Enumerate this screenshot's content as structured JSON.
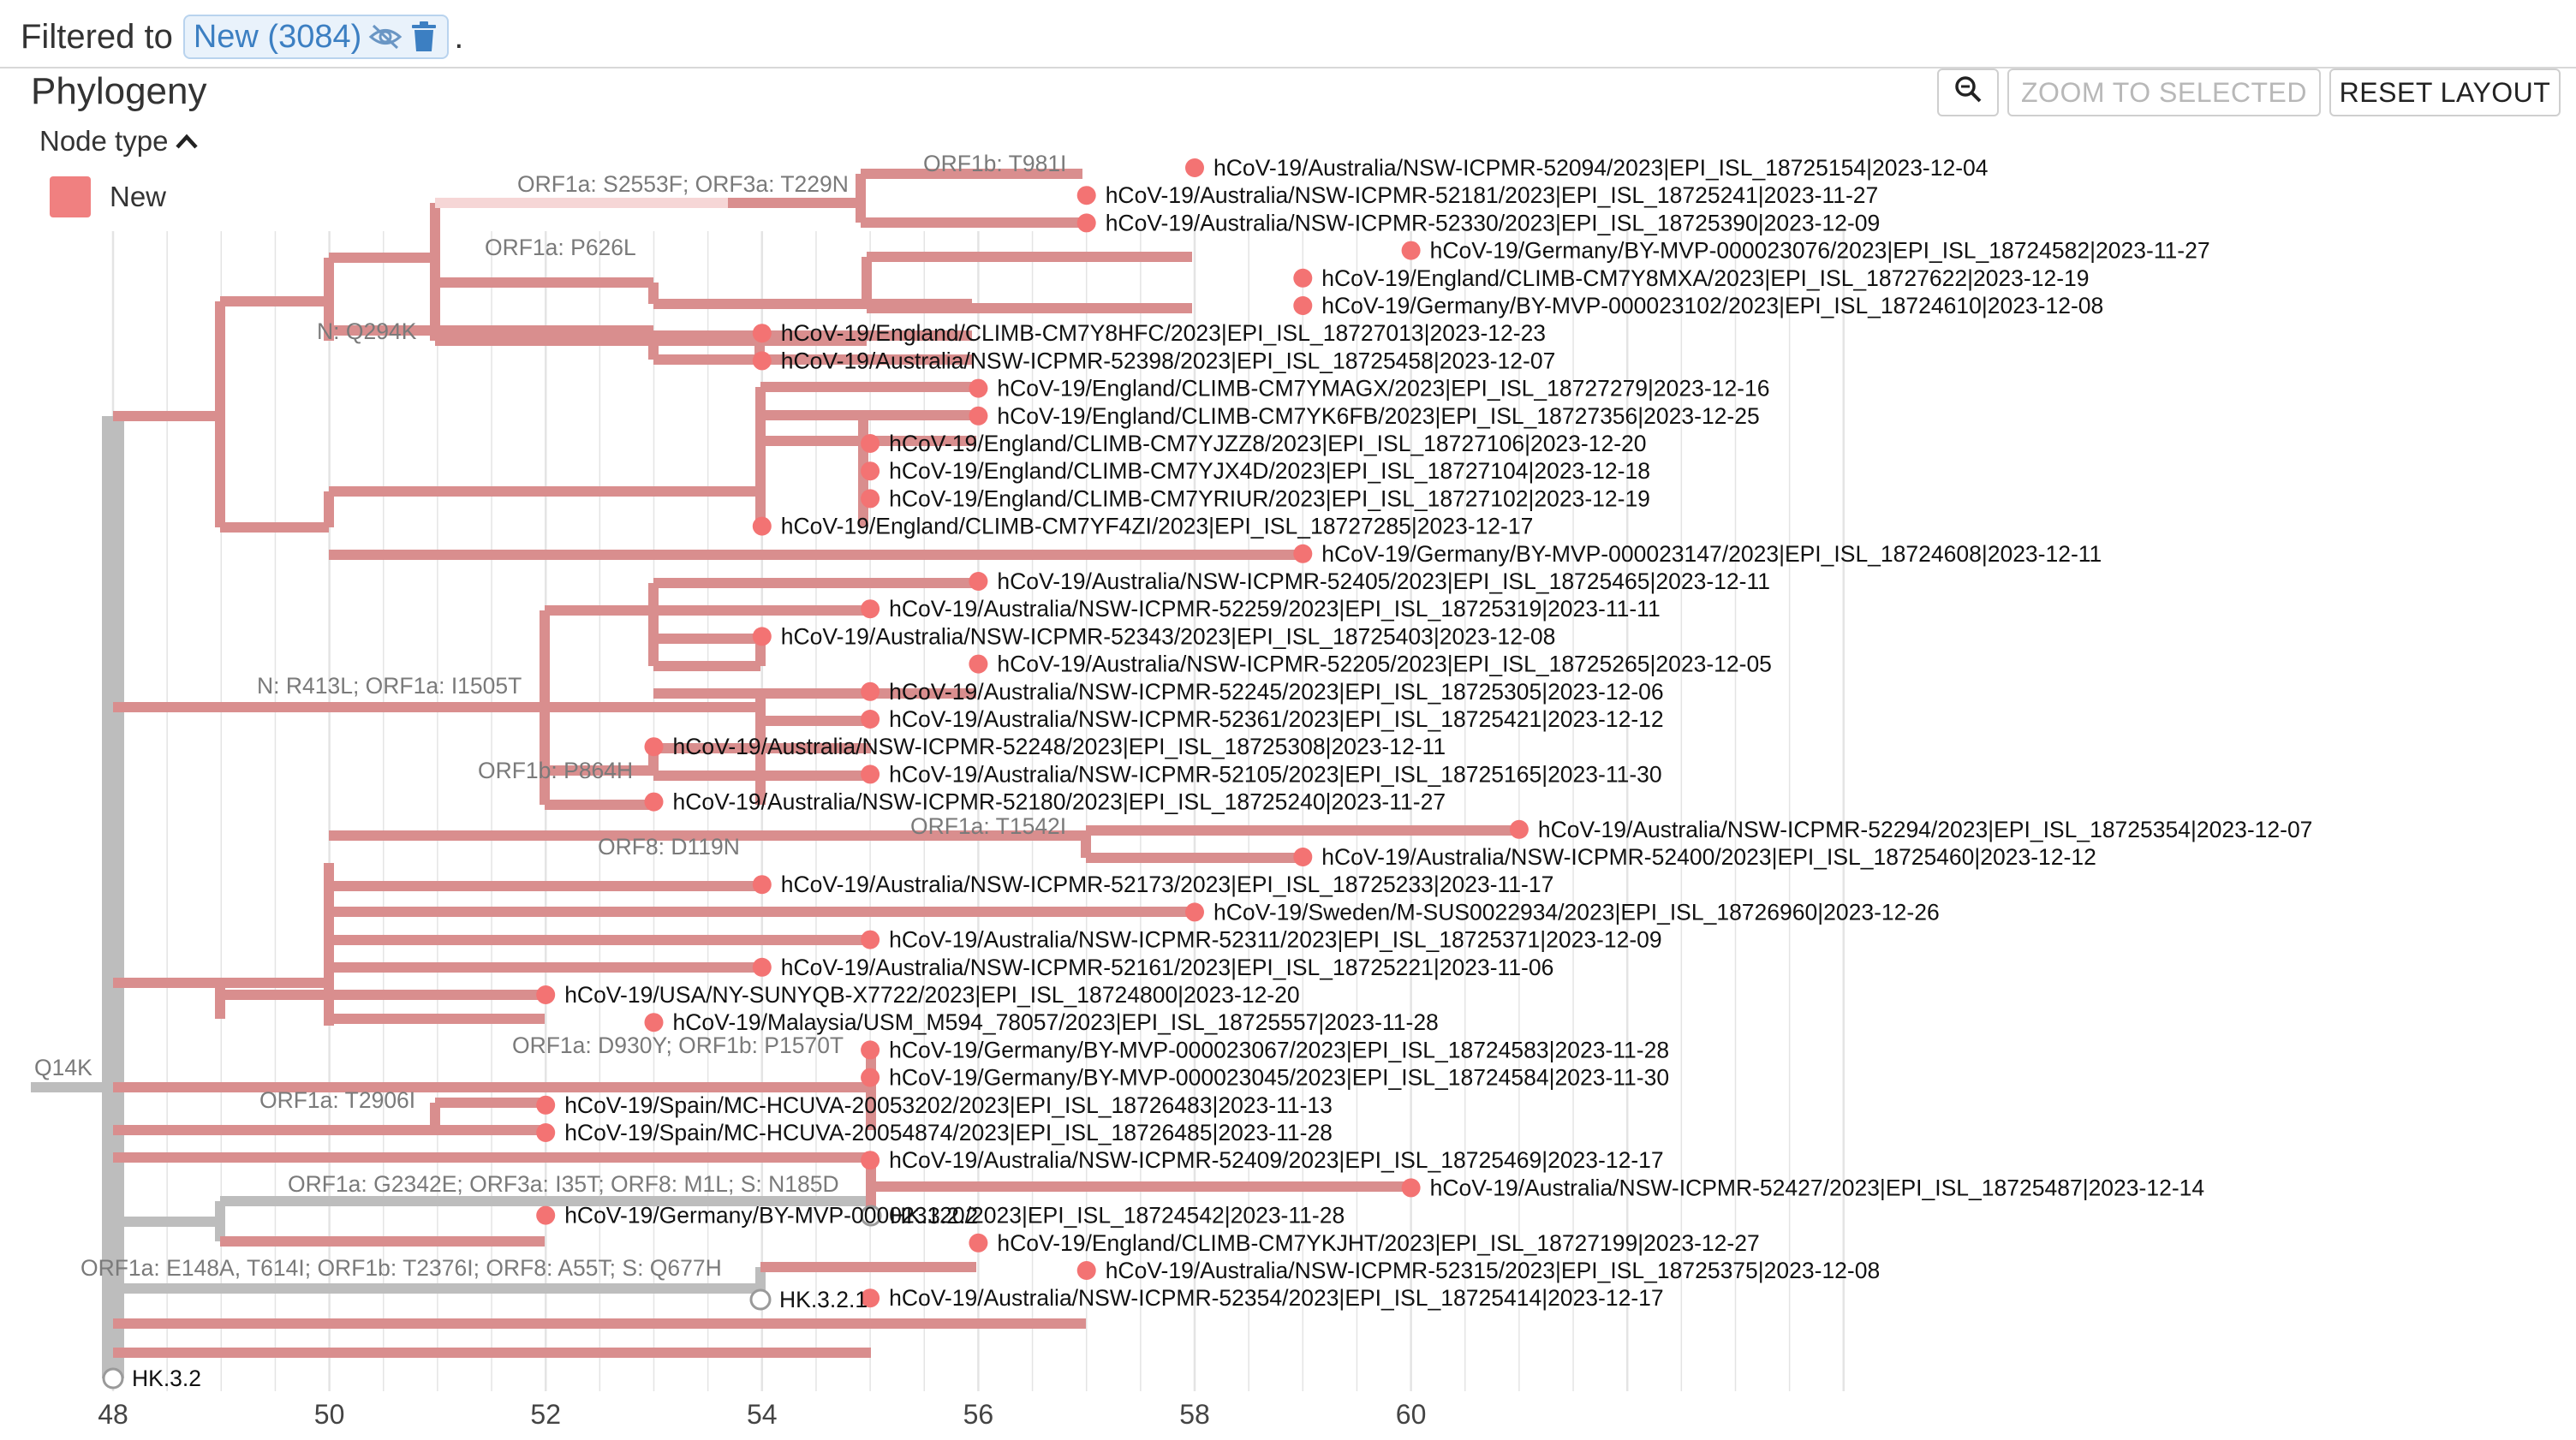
{
  "filter": {
    "prefix": "Filtered to",
    "chip_label": "New (3084)",
    "suffix": "."
  },
  "panel": {
    "title": "Phylogeny"
  },
  "toolbar": {
    "zoom_selected": "ZOOM TO SELECTED",
    "reset_layout": "RESET LAYOUT"
  },
  "legend": {
    "title": "Node type",
    "items": [
      {
        "label": "New",
        "color": "#f08080"
      }
    ]
  },
  "colors": {
    "new_branch": "#d98e8e",
    "new_node": "#f37373",
    "ref_branch": "#bdbdbd",
    "ref_node": "#c8c8c8",
    "grid": "#e4e4e4"
  },
  "axis": {
    "ticks": [
      "48",
      "50",
      "52",
      "54",
      "56",
      "58",
      "60"
    ]
  },
  "mutation_labels": [
    {
      "id": "m1",
      "text": "ORF1a: S2553F; ORF3a: T229N"
    },
    {
      "id": "m2",
      "text": "ORF1b: T981I"
    },
    {
      "id": "m3",
      "text": "ORF1a: P626L"
    },
    {
      "id": "m4",
      "text": "N: Q294K"
    },
    {
      "id": "m5",
      "text": "N: R413L; ORF1a: I1505T"
    },
    {
      "id": "m6",
      "text": "ORF1b: P864H"
    },
    {
      "id": "m7",
      "text": "ORF1a: T1542I"
    },
    {
      "id": "m8",
      "text": "ORF8: D119N"
    },
    {
      "id": "m9",
      "text": "ORF1a: D930Y; ORF1b: P1570T"
    },
    {
      "id": "m10",
      "text": "ORF1a: T2906I"
    },
    {
      "id": "m11",
      "text": "ORF1a: G2342E; ORF3a: I35T; ORF8: M1L; S: N185D"
    },
    {
      "id": "m12",
      "text": "ORF1a: E148A, T614I; ORF1b: T2376I; ORF8: A55T; S: Q677H"
    },
    {
      "id": "m13",
      "text": "Q14K"
    }
  ],
  "reference_nodes": [
    {
      "id": "r1",
      "label": "HK.3.2.2"
    },
    {
      "id": "r2",
      "label": "HK.3.2.1"
    },
    {
      "id": "r3",
      "label": "HK.3.2"
    }
  ],
  "tips": [
    {
      "id": "t1",
      "label": "hCoV-19/Australia/NSW-ICPMR-52094/2023|EPI_ISL_18725154|2023-12-04",
      "date": 58.0
    },
    {
      "id": "t2",
      "label": "hCoV-19/Australia/NSW-ICPMR-52181/2023|EPI_ISL_18725241|2023-11-27",
      "date": 57.0
    },
    {
      "id": "t3",
      "label": "hCoV-19/Australia/NSW-ICPMR-52330/2023|EPI_ISL_18725390|2023-12-09",
      "date": 57.0
    },
    {
      "id": "t4",
      "label": "hCoV-19/Germany/BY-MVP-000023076/2023|EPI_ISL_18724582|2023-11-27",
      "date": 60.0
    },
    {
      "id": "t5",
      "label": "hCoV-19/England/CLIMB-CM7Y8MXA/2023|EPI_ISL_18727622|2023-12-19",
      "date": 59.0
    },
    {
      "id": "t6",
      "label": "hCoV-19/Germany/BY-MVP-000023102/2023|EPI_ISL_18724610|2023-12-08",
      "date": 59.0
    },
    {
      "id": "t7",
      "label": "hCoV-19/England/CLIMB-CM7Y8HFC/2023|EPI_ISL_18727013|2023-12-23",
      "date": 54.0
    },
    {
      "id": "t8",
      "label": "hCoV-19/Australia/NSW-ICPMR-52398/2023|EPI_ISL_18725458|2023-12-07",
      "date": 54.0
    },
    {
      "id": "t9",
      "label": "hCoV-19/England/CLIMB-CM7YMAGX/2023|EPI_ISL_18727279|2023-12-16",
      "date": 56.0
    },
    {
      "id": "t10",
      "label": "hCoV-19/England/CLIMB-CM7YK6FB/2023|EPI_ISL_18727356|2023-12-25",
      "date": 56.0
    },
    {
      "id": "t11",
      "label": "hCoV-19/England/CLIMB-CM7YJZZ8/2023|EPI_ISL_18727106|2023-12-20",
      "date": 55.0
    },
    {
      "id": "t12",
      "label": "hCoV-19/England/CLIMB-CM7YJX4D/2023|EPI_ISL_18727104|2023-12-18",
      "date": 55.0
    },
    {
      "id": "t13",
      "label": "hCoV-19/England/CLIMB-CM7YRIUR/2023|EPI_ISL_18727102|2023-12-19",
      "date": 55.0
    },
    {
      "id": "t14",
      "label": "hCoV-19/England/CLIMB-CM7YF4ZI/2023|EPI_ISL_18727285|2023-12-17",
      "date": 54.0
    },
    {
      "id": "t15",
      "label": "hCoV-19/Germany/BY-MVP-000023147/2023|EPI_ISL_18724608|2023-12-11",
      "date": 59.0
    },
    {
      "id": "t16",
      "label": "hCoV-19/Australia/NSW-ICPMR-52405/2023|EPI_ISL_18725465|2023-12-11",
      "date": 56.0
    },
    {
      "id": "t17",
      "label": "hCoV-19/Australia/NSW-ICPMR-52259/2023|EPI_ISL_18725319|2023-11-11",
      "date": 55.0
    },
    {
      "id": "t18",
      "label": "hCoV-19/Australia/NSW-ICPMR-52343/2023|EPI_ISL_18725403|2023-12-08",
      "date": 54.0
    },
    {
      "id": "t19",
      "label": "hCoV-19/Australia/NSW-ICPMR-52205/2023|EPI_ISL_18725265|2023-12-05",
      "date": 56.0
    },
    {
      "id": "t20",
      "label": "hCoV-19/Australia/NSW-ICPMR-52245/2023|EPI_ISL_18725305|2023-12-06",
      "date": 55.0
    },
    {
      "id": "t21",
      "label": "hCoV-19/Australia/NSW-ICPMR-52361/2023|EPI_ISL_18725421|2023-12-12",
      "date": 55.0
    },
    {
      "id": "t22",
      "label": "hCoV-19/Australia/NSW-ICPMR-52248/2023|EPI_ISL_18725308|2023-12-11",
      "date": 53.0
    },
    {
      "id": "t23",
      "label": "hCoV-19/Australia/NSW-ICPMR-52105/2023|EPI_ISL_18725165|2023-11-30",
      "date": 55.0
    },
    {
      "id": "t24",
      "label": "hCoV-19/Australia/NSW-ICPMR-52180/2023|EPI_ISL_18725240|2023-11-27",
      "date": 53.0
    },
    {
      "id": "t25",
      "label": "hCoV-19/Australia/NSW-ICPMR-52294/2023|EPI_ISL_18725354|2023-12-07",
      "date": 61.0
    },
    {
      "id": "t26",
      "label": "hCoV-19/Australia/NSW-ICPMR-52400/2023|EPI_ISL_18725460|2023-12-12",
      "date": 59.0
    },
    {
      "id": "t27",
      "label": "hCoV-19/Australia/NSW-ICPMR-52173/2023|EPI_ISL_18725233|2023-11-17",
      "date": 54.0
    },
    {
      "id": "t28",
      "label": "hCoV-19/Sweden/M-SUS0022934/2023|EPI_ISL_18726960|2023-12-26",
      "date": 58.0
    },
    {
      "id": "t29",
      "label": "hCoV-19/Australia/NSW-ICPMR-52311/2023|EPI_ISL_18725371|2023-12-09",
      "date": 55.0
    },
    {
      "id": "t30",
      "label": "hCoV-19/Australia/NSW-ICPMR-52161/2023|EPI_ISL_18725221|2023-11-06",
      "date": 54.0
    },
    {
      "id": "t31",
      "label": "hCoV-19/USA/NY-SUNYQB-X7722/2023|EPI_ISL_18724800|2023-12-20",
      "date": 52.0
    },
    {
      "id": "t32",
      "label": "hCoV-19/Malaysia/USM_M594_78057/2023|EPI_ISL_18725557|2023-11-28",
      "date": 53.0
    },
    {
      "id": "t33",
      "label": "hCoV-19/Germany/BY-MVP-000023067/2023|EPI_ISL_18724583|2023-11-28",
      "date": 55.0
    },
    {
      "id": "t34",
      "label": "hCoV-19/Germany/BY-MVP-000023045/2023|EPI_ISL_18724584|2023-11-30",
      "date": 55.0
    },
    {
      "id": "t35",
      "label": "hCoV-19/Spain/MC-HCUVA-20053202/2023|EPI_ISL_18726483|2023-11-13",
      "date": 52.0
    },
    {
      "id": "t36",
      "label": "hCoV-19/Spain/MC-HCUVA-20054874/2023|EPI_ISL_18726485|2023-11-28",
      "date": 52.0
    },
    {
      "id": "t37",
      "label": "hCoV-19/Australia/NSW-ICPMR-52409/2023|EPI_ISL_18725469|2023-12-17",
      "date": 55.0
    },
    {
      "id": "t38",
      "label": "hCoV-19/Australia/NSW-ICPMR-52427/2023|EPI_ISL_18725487|2023-12-14",
      "date": 60.0
    },
    {
      "id": "t39",
      "label": "hCoV-19/Germany/BY-MVP-000023120/2023|EPI_ISL_18724542|2023-11-28",
      "date": 52.0
    },
    {
      "id": "t40",
      "label": "hCoV-19/England/CLIMB-CM7YKJHT/2023|EPI_ISL_18727199|2023-12-27",
      "date": 56.0
    },
    {
      "id": "t41",
      "label": "hCoV-19/Australia/NSW-ICPMR-52315/2023|EPI_ISL_18725375|2023-12-08",
      "date": 57.0
    },
    {
      "id": "t42",
      "label": "hCoV-19/Australia/NSW-ICPMR-52354/2023|EPI_ISL_18725414|2023-12-17",
      "date": 55.0
    }
  ]
}
